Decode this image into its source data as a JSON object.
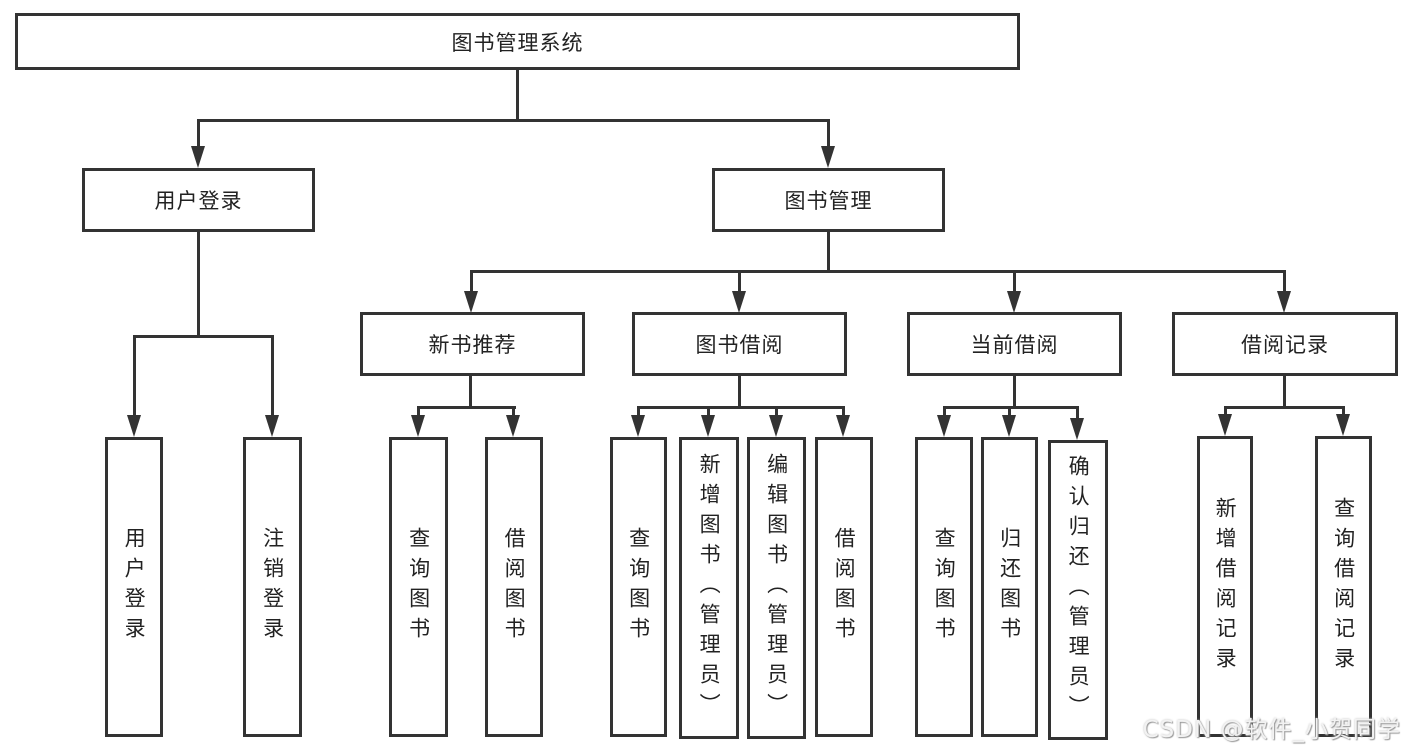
{
  "diagram": {
    "watermark": "CSDN @软件_小贺同学",
    "colors": {
      "line": "#333333",
      "box_border": "#333333",
      "box_fill": "#ffffff",
      "text": "#222222",
      "watermark_text": "#f2f2f2"
    },
    "root": {
      "label": "图书管理系统"
    },
    "branches": [
      {
        "label": "用户登录",
        "children": [
          {
            "label": "用户登录"
          },
          {
            "label": "注销登录"
          }
        ]
      },
      {
        "label": "图书管理",
        "children": [
          {
            "label": "新书推荐",
            "children": [
              {
                "label": "查询图书"
              },
              {
                "label": "借阅图书"
              }
            ]
          },
          {
            "label": "图书借阅",
            "children": [
              {
                "label": "查询图书"
              },
              {
                "label": "新增图书（管理员）"
              },
              {
                "label": "编辑图书（管理员）"
              },
              {
                "label": "借阅图书"
              }
            ]
          },
          {
            "label": "当前借阅",
            "children": [
              {
                "label": "查询图书"
              },
              {
                "label": "归还图书"
              },
              {
                "label": "确认归还（管理员）"
              }
            ]
          },
          {
            "label": "借阅记录",
            "children": [
              {
                "label": "新增借阅记录"
              },
              {
                "label": "查询借阅记录"
              }
            ]
          }
        ]
      }
    ]
  }
}
